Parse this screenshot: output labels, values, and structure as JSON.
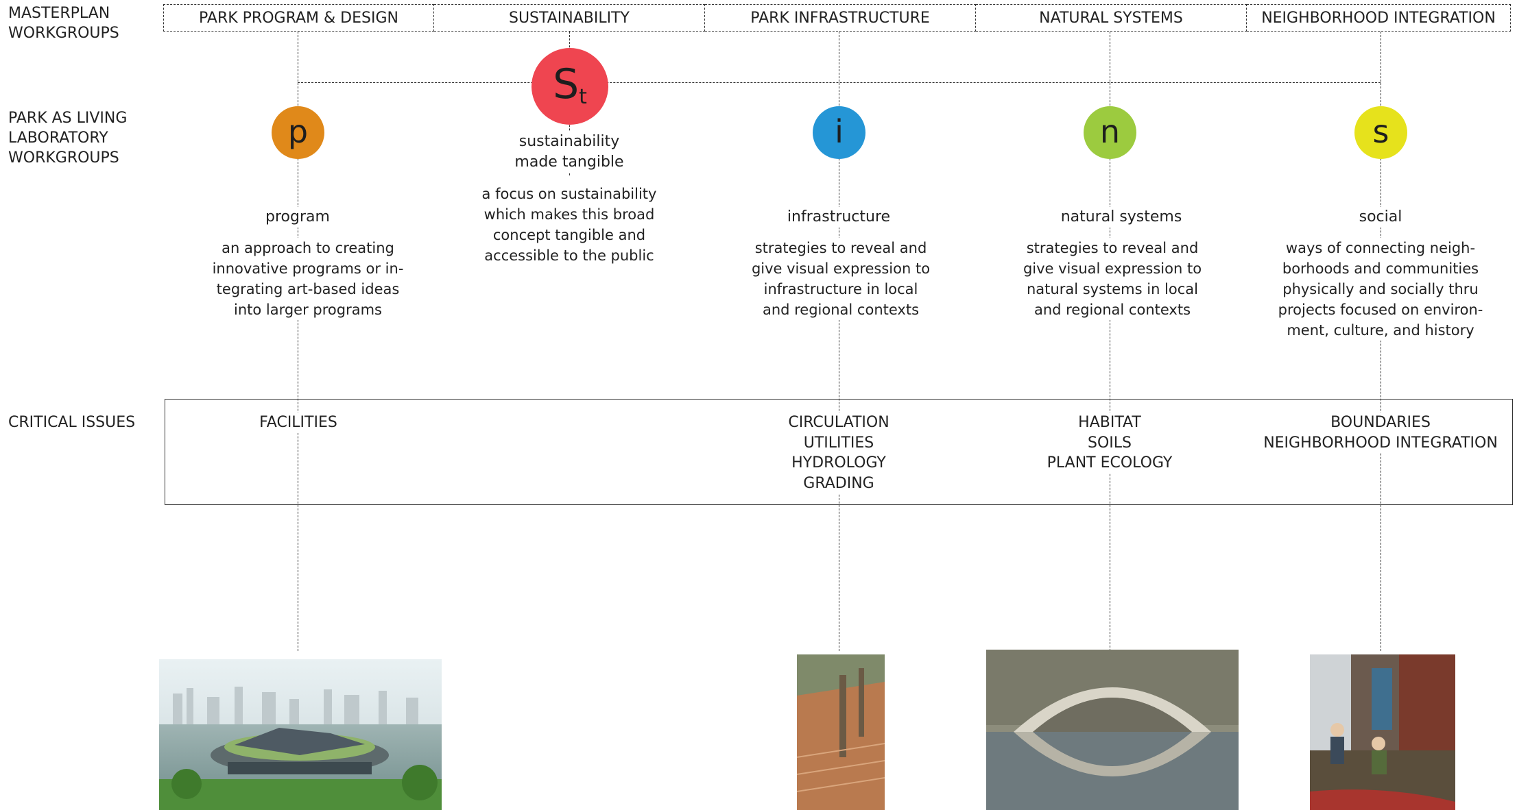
{
  "rows": {
    "masterplan": [
      "MASTERPLAN",
      "WORKGROUPS"
    ],
    "living_lab": [
      "PARK AS LIVING",
      "LABORATORY",
      "WORKGROUPS"
    ],
    "critical": [
      "CRITICAL ISSUES"
    ]
  },
  "masterplan_workgroups": [
    "PARK PROGRAM & DESIGN",
    "SUSTAINABILITY",
    "PARK INFRASTRUCTURE",
    "NATURAL SYSTEMS",
    "NEIGHBORHOOD INTEGRATION"
  ],
  "lab_workgroups": [
    {
      "letter": "p",
      "color": "#e0891a",
      "name": "program",
      "description": [
        "an approach to creating",
        "innovative programs or in-",
        "tegrating art-based ideas",
        "into larger programs"
      ]
    },
    {
      "letter": "S",
      "sub": "t",
      "color": "#ef4550",
      "name_lines": [
        "sustainability",
        "made tangible"
      ],
      "description": [
        "a focus on sustainability",
        "which makes this broad",
        "concept tangible and",
        "accessible to the public"
      ]
    },
    {
      "letter": "i",
      "color": "#2596d6",
      "name": "infrastructure",
      "description": [
        "strategies to reveal and",
        "give visual expression to",
        "infrastructure in local",
        "and regional contexts"
      ]
    },
    {
      "letter": "n",
      "color": "#9ccb3f",
      "name": "natural systems",
      "description": [
        "strategies to reveal and",
        "give visual expression to",
        "natural systems in local",
        "and regional contexts"
      ]
    },
    {
      "letter": "s",
      "color": "#e6e21c",
      "name": "social",
      "description": [
        "ways of connecting neigh-",
        "borhoods and communities",
        "physically and socially thru",
        "projects focused on environ-",
        "ment, culture, and history"
      ]
    }
  ],
  "critical_issues": [
    [
      "FACILITIES"
    ],
    [
      "CIRCULATION",
      "UTILITIES",
      "HYDROLOGY",
      "GRADING"
    ],
    [
      "HABITAT",
      "SOILS",
      "PLANT ECOLOGY"
    ],
    [
      "BOUNDARIES",
      "NEIGHBORHOOD INTEGRATION"
    ]
  ],
  "photos": [
    {
      "name": "floating-pavilion-rendering-photo"
    },
    {
      "name": "paved-path-photo"
    },
    {
      "name": "stone-arch-pond-photo"
    },
    {
      "name": "community-workers-photo"
    }
  ]
}
